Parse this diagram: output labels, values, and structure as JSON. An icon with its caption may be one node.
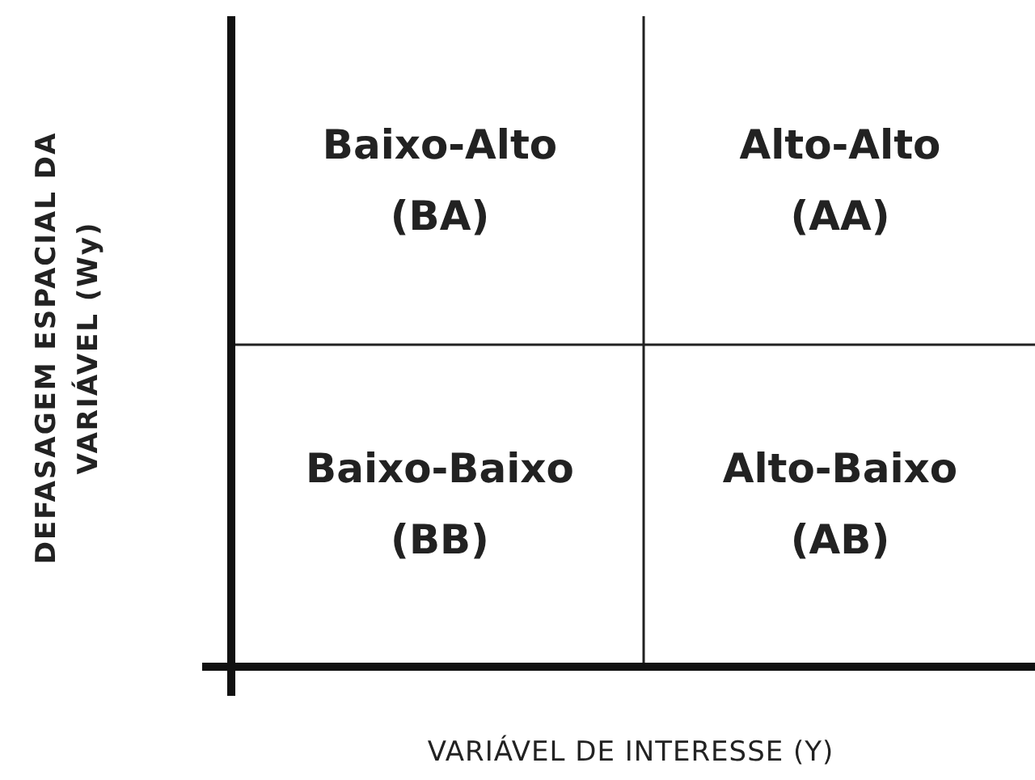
{
  "diagram": {
    "nodes": [
      {
        "text": [
          "Baixo-Alto",
          "(BA)"
        ]
      },
      {
        "text": [
          "Alto-Alto",
          "(AA)"
        ]
      },
      {
        "text": [
          "Baixo-Baixo",
          "(BB)"
        ]
      },
      {
        "text": [
          "Alto-Baixo",
          "(AB)"
        ]
      }
    ],
    "labels": [
      "DEFASAGEM ESPACIAL DA VARIÁVEL (Wy)",
      "VARIÁVEL DE INTERESSE (Y)"
    ]
  }
}
